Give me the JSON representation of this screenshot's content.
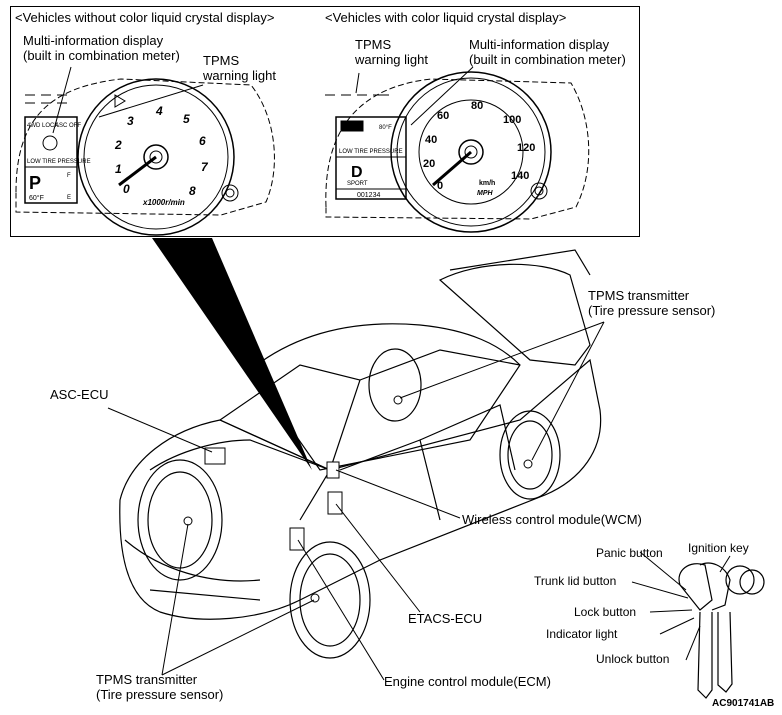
{
  "inset": {
    "left_panel_title": "<Vehicles without color liquid crystal display>",
    "right_panel_title": "<Vehicles with color liquid crystal display>",
    "left_mid_label": "Multi-information display\n(built in combination meter)",
    "left_tpms_label": "TPMS\nwarning light",
    "right_tpms_label": "TPMS\nwarning light",
    "right_mid_label": "Multi-information display\n(built in combination meter)",
    "left_gauge": {
      "ticks": [
        "0",
        "1",
        "2",
        "3",
        "4",
        "5",
        "6",
        "7",
        "8"
      ],
      "unit": "x1000r/min",
      "display_top": "4WD LOCK",
      "display_asc": "ASC OFF",
      "display_low": "LOW TIRE PRESSURE",
      "display_gear": "P",
      "display_temp": "60°F",
      "display_f": "F",
      "display_e": "E"
    },
    "right_gauge": {
      "ticks": [
        "0",
        "20",
        "40",
        "60",
        "80",
        "100",
        "120",
        "140"
      ],
      "unit_km": "km/h",
      "unit_mph": "MPH",
      "display_gear": "D",
      "display_sport": "SPORT",
      "display_odo": "001234",
      "display_low": "LOW TIRE PRESSURE",
      "display_temp": "80°F"
    }
  },
  "labels": {
    "asc_ecu": "ASC-ECU",
    "tpms_transmitter_top": "TPMS transmitter\n(Tire pressure sensor)",
    "wcm": "Wireless control module(WCM)",
    "etacs": "ETACS-ECU",
    "ecm": "Engine control module(ECM)",
    "tpms_transmitter_bottom": "TPMS transmitter\n(Tire pressure sensor)",
    "panic_button": "Panic button",
    "ignition_key": "Ignition key",
    "trunk_lid_button": "Trunk lid button",
    "lock_button": "Lock button",
    "indicator_light": "Indicator light",
    "unlock_button": "Unlock button"
  },
  "figure_code": "AC901741AB"
}
